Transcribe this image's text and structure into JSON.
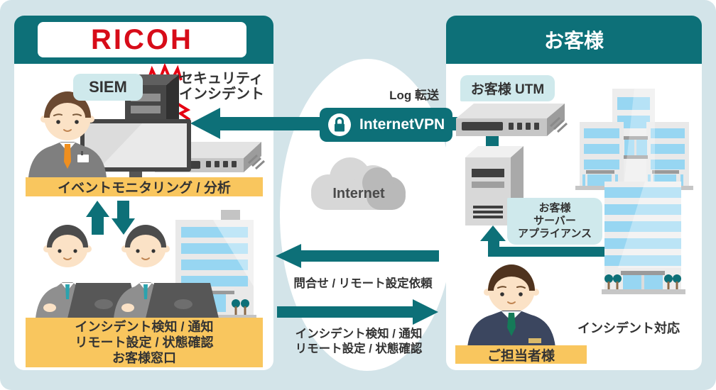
{
  "colors": {
    "background": "#d3e4e9",
    "teal": "#0d7078",
    "panel_white": "#ffffff",
    "band_yellow": "#f9c65e",
    "label_blue": "#cfe9ec",
    "ricoh_red": "#d70c19",
    "burst_red": "#e60012",
    "text_dark": "#333333",
    "window_blue": "#97d6f2"
  },
  "icons": {
    "lock_icon": "padlock-in-circle",
    "internet_cloud": "cloud-shape",
    "security_burst": "red-zigzag-alert",
    "arrows": "solid-teal-block-arrows"
  },
  "left_panel": {
    "logo": "RICOH",
    "siem": "SIEM",
    "incident_line1": "セキュリティ",
    "incident_line2": "インシデント",
    "band_monitoring": "イベントモニタリング / 分析",
    "band_bottom_line1": "インシデント検知 / 通知",
    "band_bottom_line2": "リモート設定 / 状態確認",
    "band_bottom_line3": "お客様窓口"
  },
  "center": {
    "log_transfer": "Log 転送",
    "vpn": "InternetVPN",
    "internet": "Internet",
    "caption_inquiry": "問合せ / リモート設定依頼",
    "caption_detect_line1": "インシデント検知 / 通知",
    "caption_detect_line2": "リモート設定 / 状態確認"
  },
  "right_panel": {
    "title": "お客様",
    "utm": "お客様 UTM",
    "server_line1": "お客様",
    "server_line2": "サーバー",
    "server_line3": "アプライアンス",
    "incident_response": "インシデント対応",
    "contact": "ご担当者様"
  }
}
